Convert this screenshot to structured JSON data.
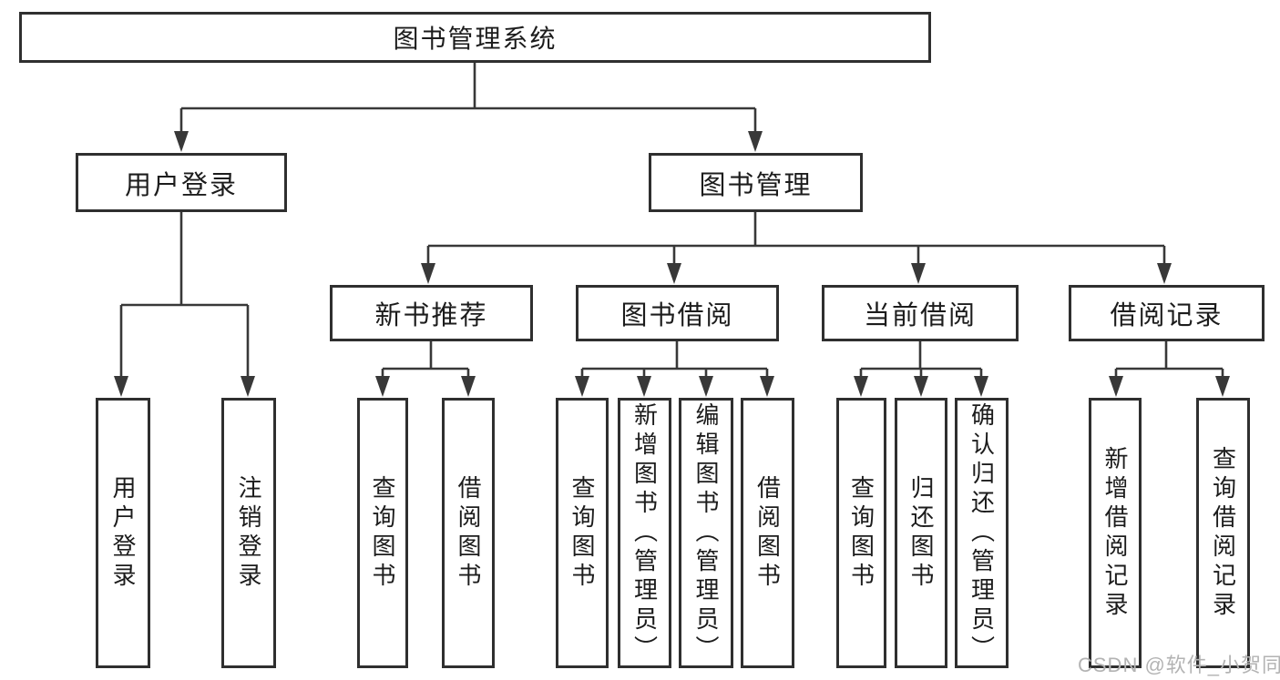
{
  "tree": {
    "root": {
      "label": "图书管理系统"
    },
    "level2": [
      {
        "label": "用户登录",
        "children": [
          {
            "label": "用户登录"
          },
          {
            "label": "注销登录"
          }
        ]
      },
      {
        "label": "图书管理",
        "children": [
          {
            "label": "新书推荐",
            "children": [
              {
                "label": "查询图书"
              },
              {
                "label": "借阅图书"
              }
            ]
          },
          {
            "label": "图书借阅",
            "children": [
              {
                "label": "查询图书"
              },
              {
                "label": "新增图书（管理员）"
              },
              {
                "label": "编辑图书（管理员）"
              },
              {
                "label": "借阅图书"
              }
            ]
          },
          {
            "label": "当前借阅",
            "children": [
              {
                "label": "查询图书"
              },
              {
                "label": "归还图书"
              },
              {
                "label": "确认归还（管理员）"
              }
            ]
          },
          {
            "label": "借阅记录",
            "children": [
              {
                "label": "新增借阅记录"
              },
              {
                "label": "查询借阅记录"
              }
            ]
          }
        ]
      }
    ]
  },
  "watermark": {
    "text": "CSDN @软件_小贺同学"
  },
  "colors": {
    "line": "#383838",
    "box_border": "#2f2f2f",
    "text": "#1c1c1c",
    "watermark": "#b3b3b3",
    "background": "#ffffff"
  }
}
